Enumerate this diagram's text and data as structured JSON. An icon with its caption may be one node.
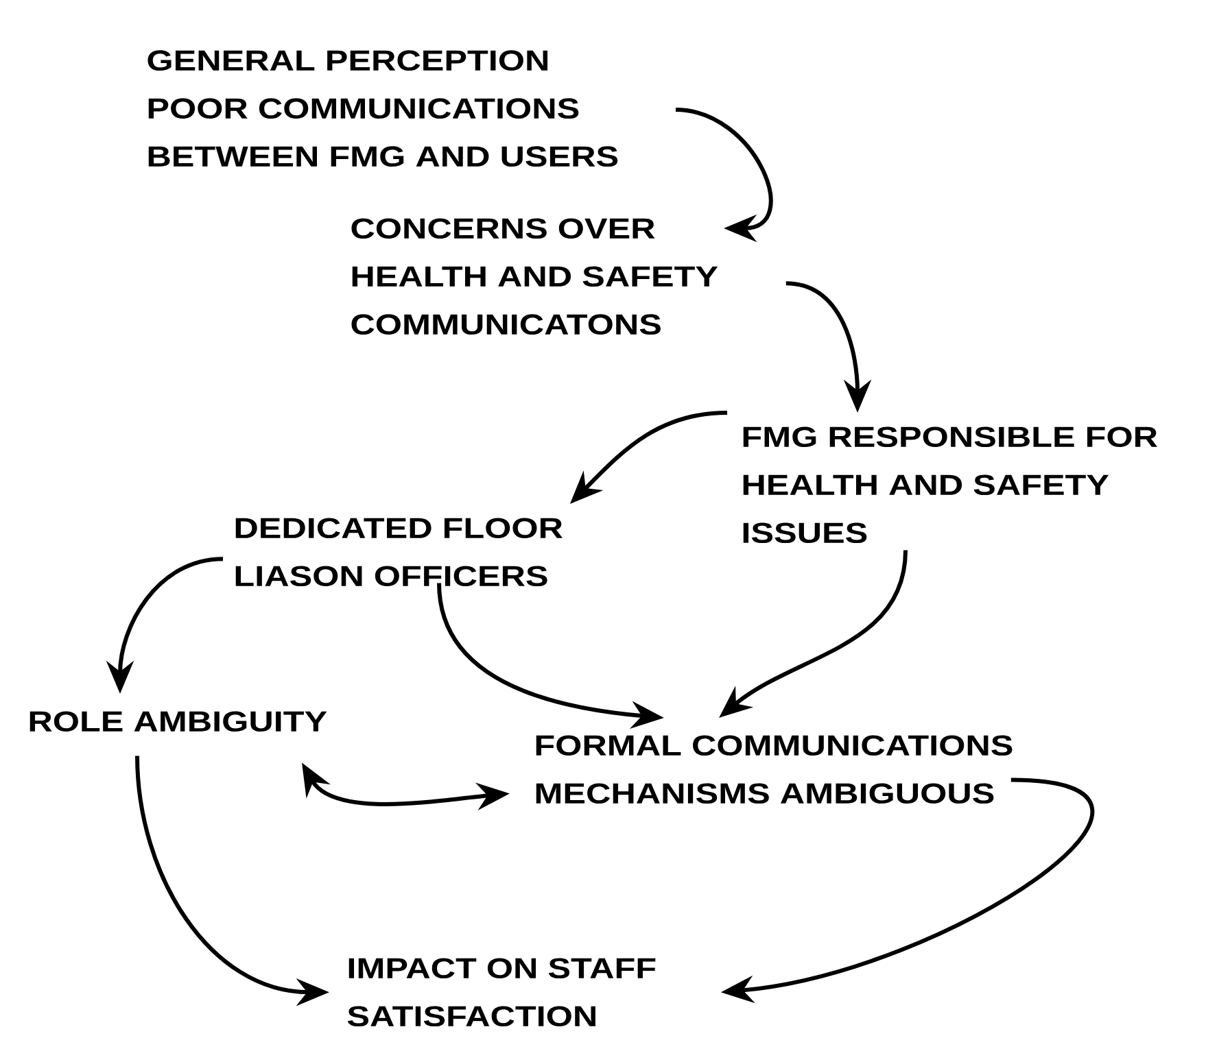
{
  "diagram": {
    "nodes": [
      {
        "text": [
          "GENERAL PERCEPTION POOR COMMUNICATIONS BETWEEN FMG AND USERS"
        ]
      },
      {
        "text": [
          "CONCERNS OVER HEALTH AND SAFETY COMMUNICATONS"
        ]
      },
      {
        "text": [
          "FMG RESPONSIBLE FOR HEALTH AND SAFETY ISSUES"
        ]
      },
      {
        "text": [
          "DEDICATED FLOOR LIASON OFFICERS"
        ]
      },
      {
        "text": [
          "ROLE AMBIGUITY"
        ]
      },
      {
        "text": [
          "FORMAL COMMUNICATIONS MECHANISMS AMBIGUOUS"
        ]
      },
      {
        "text": [
          "IMPACT ON STAFF SATISFACTION"
        ]
      }
    ],
    "edges": [
      {
        "from": 0,
        "to": 1,
        "arrow": "to"
      },
      {
        "from": 1,
        "to": 2,
        "arrow": "to"
      },
      {
        "from": 2,
        "to": 3,
        "arrow": "to"
      },
      {
        "from": 3,
        "to": 4,
        "arrow": "to"
      },
      {
        "from": 3,
        "to": 5,
        "arrow": "to"
      },
      {
        "from": 2,
        "to": 5,
        "arrow": "to"
      },
      {
        "from": 4,
        "to": 5,
        "arrow": "both"
      },
      {
        "from": 4,
        "to": 6,
        "arrow": "to"
      },
      {
        "from": 5,
        "to": 6,
        "arrow": "to"
      }
    ]
  }
}
